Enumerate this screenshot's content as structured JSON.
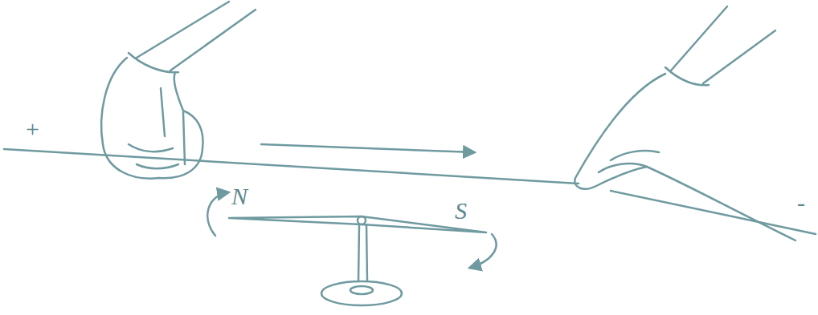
{
  "diagram": {
    "labels": [
      "+",
      "-",
      "N",
      "S"
    ]
  }
}
